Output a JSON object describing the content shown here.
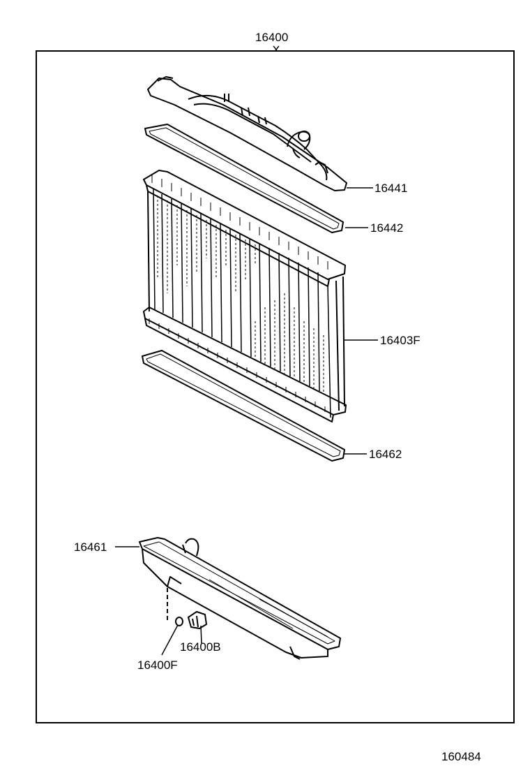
{
  "diagram": {
    "assembly_number": "16400",
    "figure_number": "160484",
    "parts": [
      {
        "number": "16441"
      },
      {
        "number": "16442"
      },
      {
        "number": "16403F"
      },
      {
        "number": "16462"
      },
      {
        "number": "16461"
      },
      {
        "number": "16400B"
      },
      {
        "number": "16400F"
      }
    ]
  }
}
